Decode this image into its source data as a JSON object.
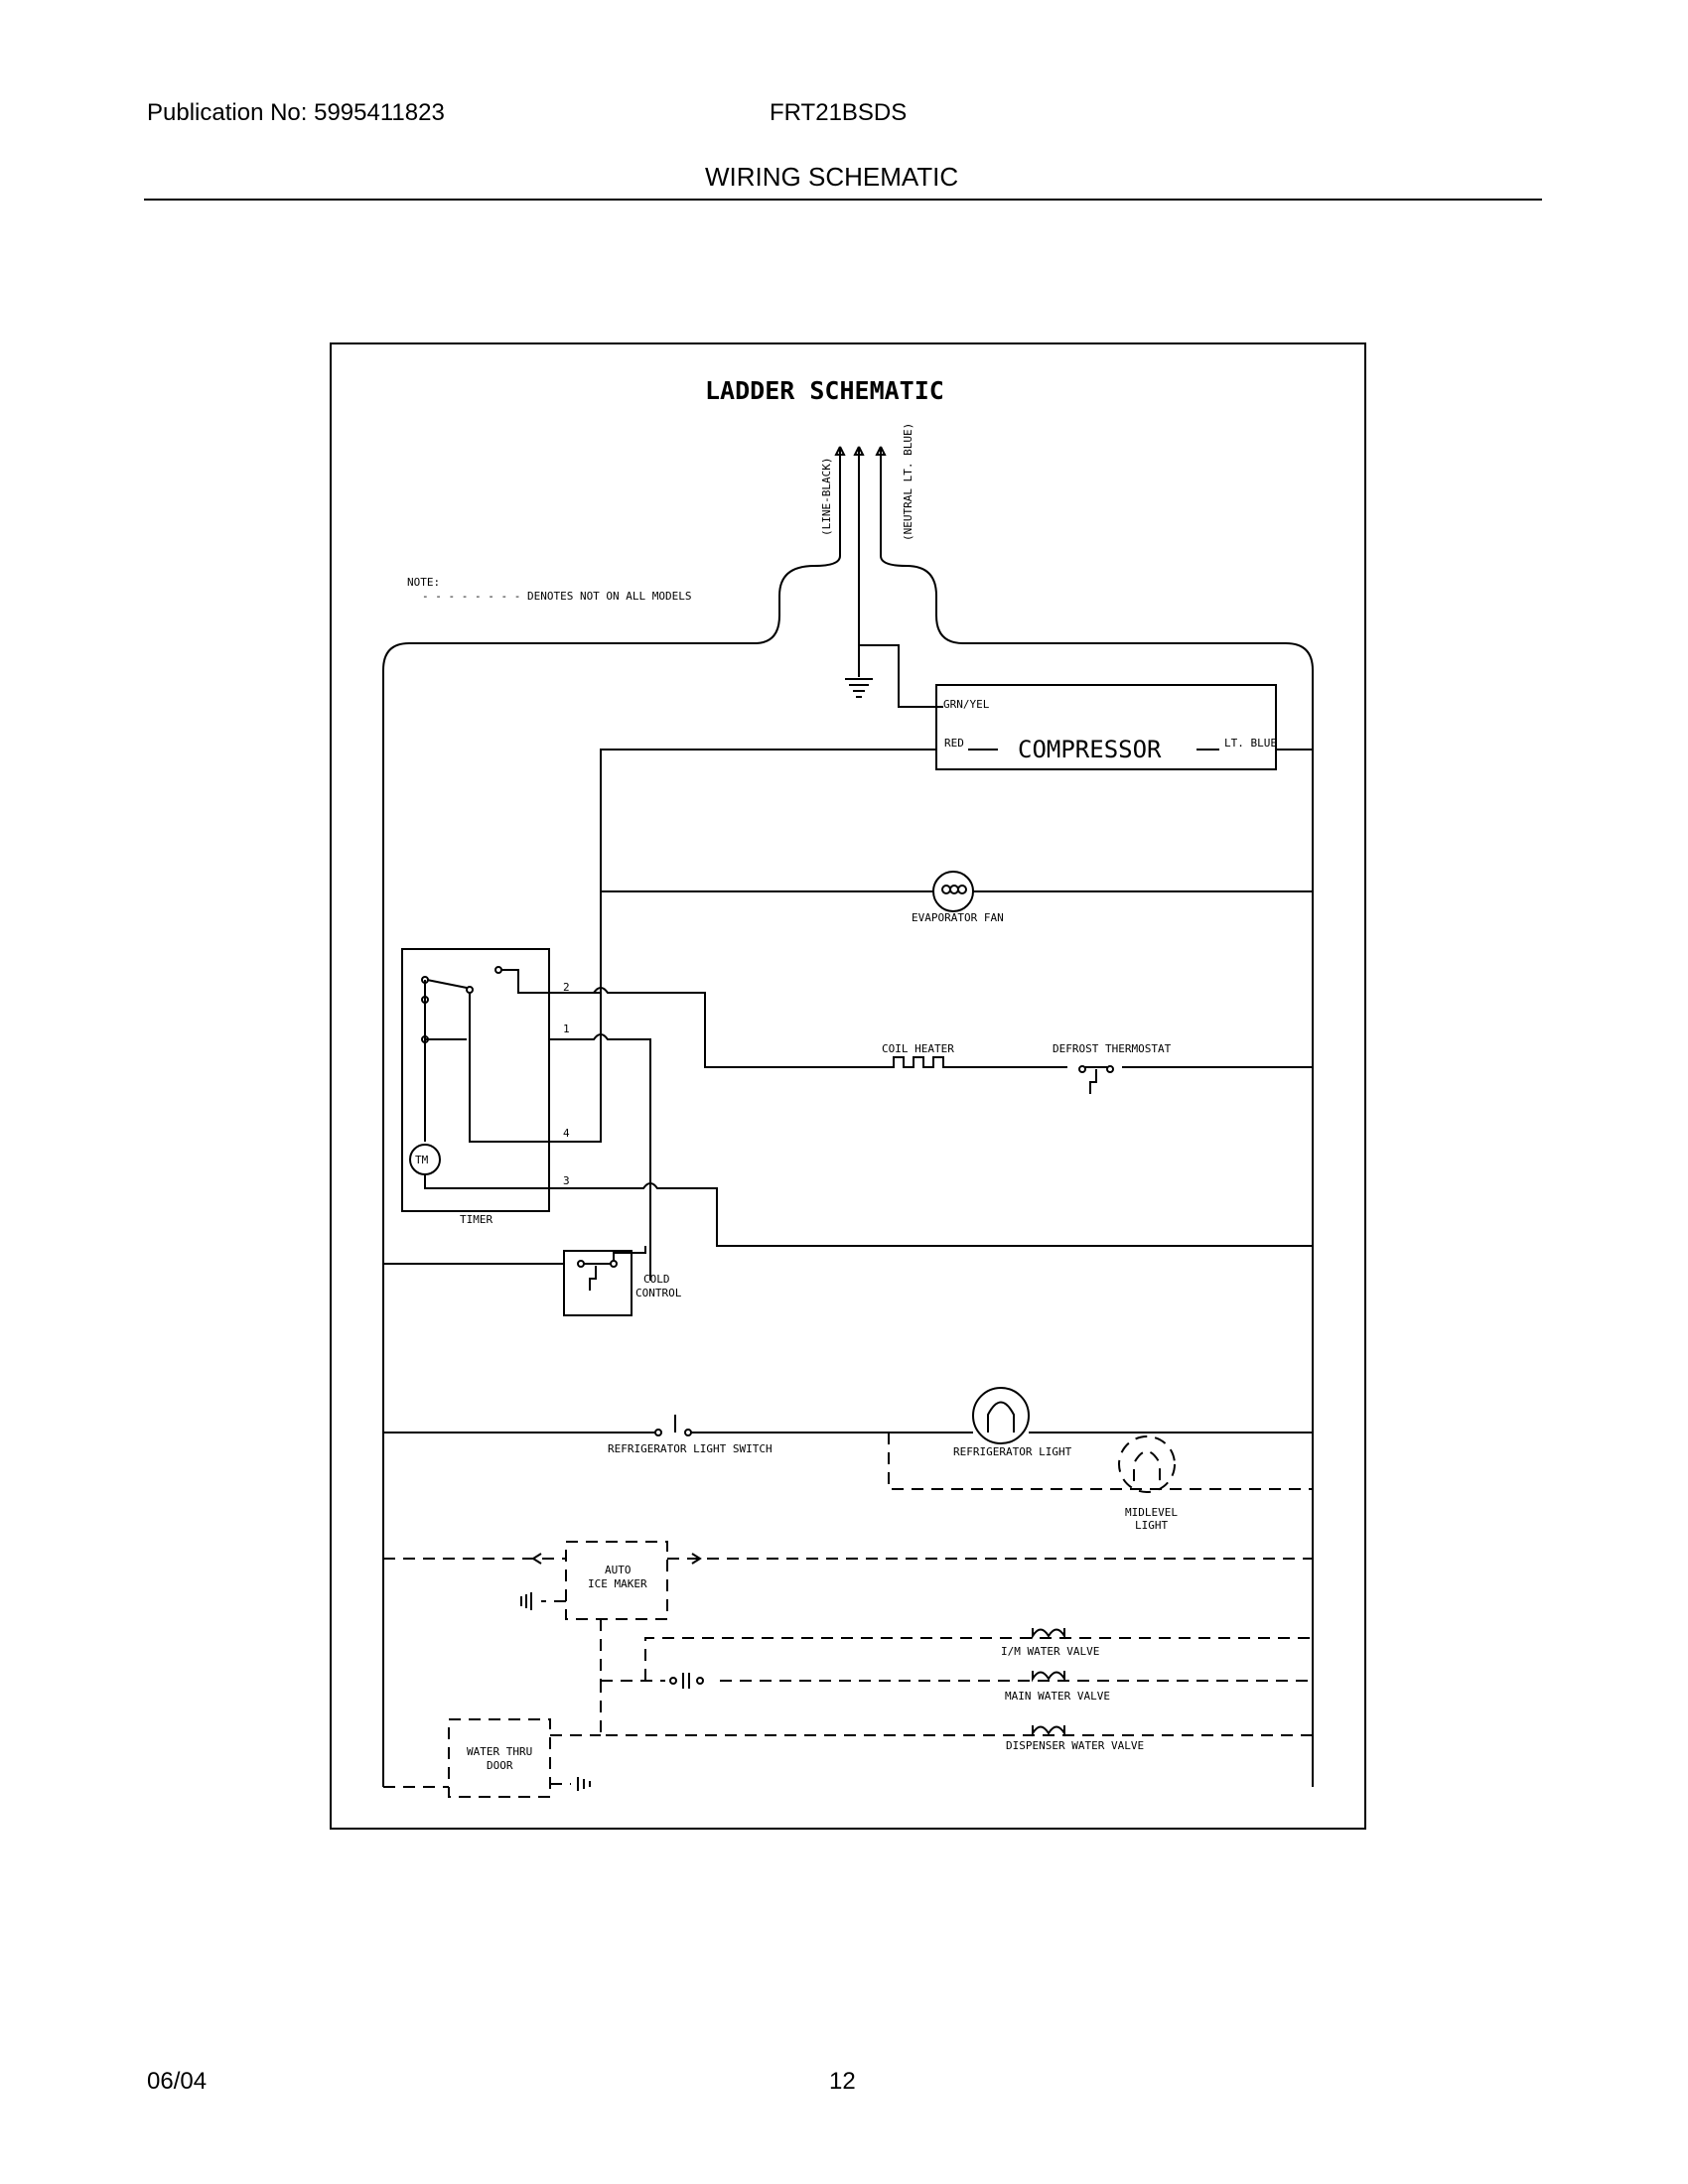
{
  "header": {
    "publication": "Publication No: 5995411823",
    "model": "FRT21BSDS",
    "title": "WIRING SCHEMATIC"
  },
  "footer": {
    "date": "06/04",
    "page": "12"
  },
  "schematic": {
    "title": "LADDER SCHEMATIC",
    "line_label": "(LINE-BLACK)",
    "neutral_label": "(NEUTRAL LT. BLUE)",
    "note_title": "NOTE:",
    "note_text": "- - - - - - - - DENOTES NOT ON ALL MODELS",
    "compressor": "COMPRESSOR",
    "grn_yel": "GRN/YEL",
    "red": "RED",
    "lt_blue": "LT. BLUE",
    "evaporator_fan": "EVAPORATOR FAN",
    "coil_heater": "COIL HEATER",
    "defrost_thermostat": "DEFROST THERMOSTAT",
    "timer": "TIMER",
    "timer_motor": "TM",
    "terminal_1": "1",
    "terminal_2": "2",
    "terminal_3": "3",
    "terminal_4": "4",
    "cold_control_1": "COLD",
    "cold_control_2": "CONTROL",
    "light_switch": "REFRIGERATOR LIGHT SWITCH",
    "refrigerator_light": "REFRIGERATOR LIGHT",
    "midlevel_1": "MIDLEVEL",
    "midlevel_2": "LIGHT",
    "ice_maker_1": "AUTO",
    "ice_maker_2": "ICE MAKER",
    "im_water_valve": "I/M WATER VALVE",
    "main_water_valve": "MAIN WATER VALVE",
    "dispenser_water_valve": "DISPENSER WATER VALVE",
    "water_thru_door_1": "WATER THRU",
    "water_thru_door_2": "DOOR"
  }
}
